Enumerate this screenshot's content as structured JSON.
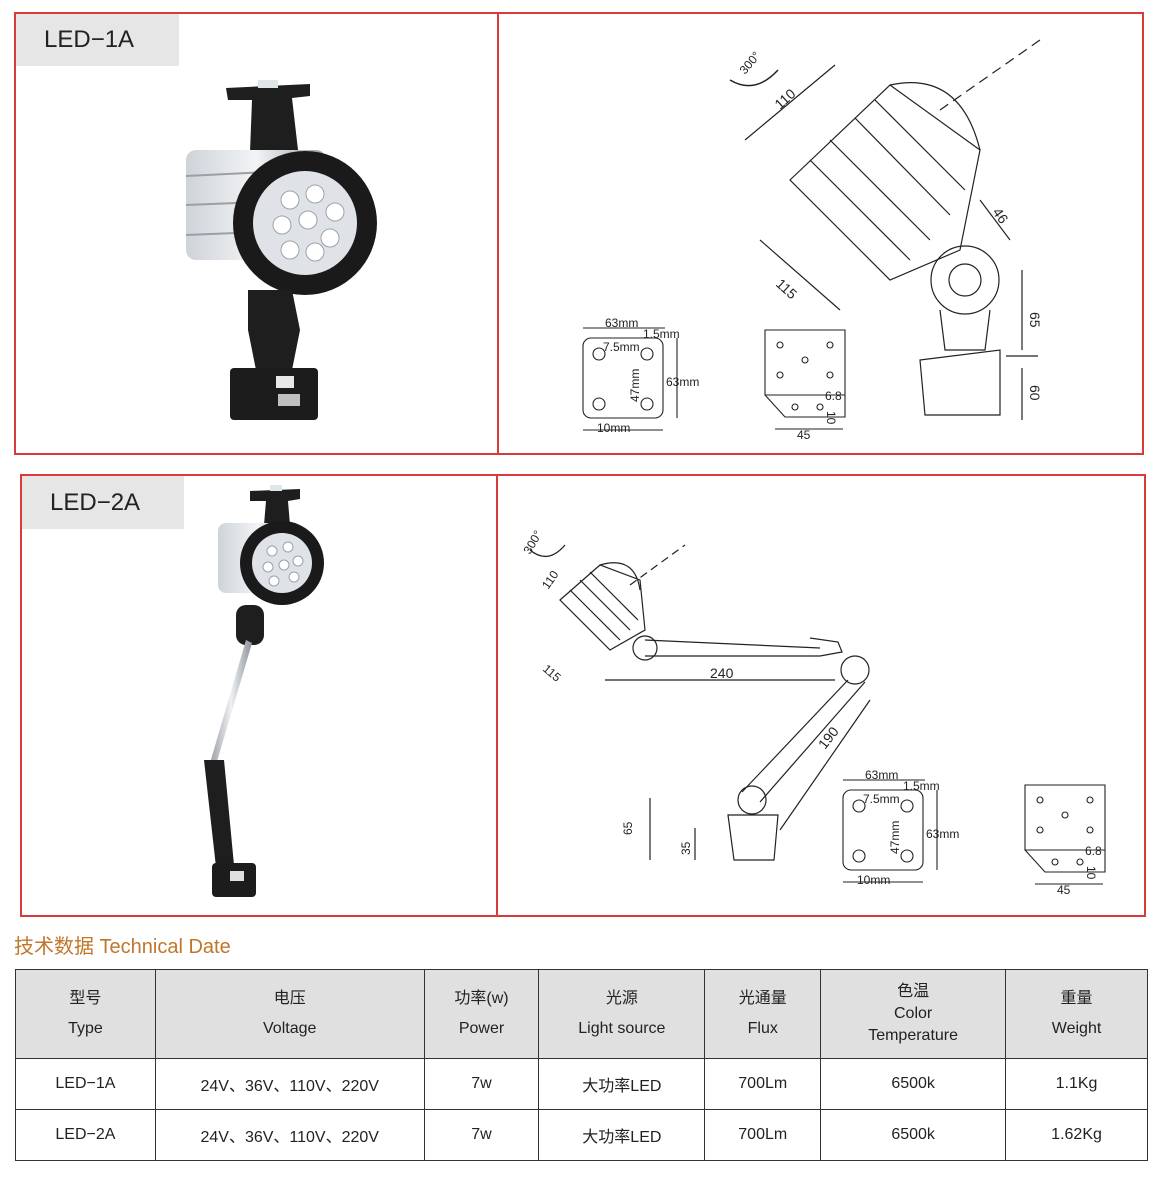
{
  "products": [
    {
      "model": "LED−1A",
      "drawing_labels": {
        "rotation": "300°",
        "head_length": "110",
        "head_diameter": "115",
        "neck": "46",
        "joint_height": "65",
        "base_height": "60",
        "plate_width": "63mm",
        "plate_edge": "1.5mm",
        "hole_offset": "7.5mm",
        "hole_spacing": "47mm",
        "plate_height": "63mm",
        "hole_margin": "10mm",
        "bracket_thickness": "6.8",
        "bracket_edge": "10",
        "bracket_width": "45"
      }
    },
    {
      "model": "LED−2A",
      "drawing_labels": {
        "rotation": "300°",
        "head_length": "110",
        "head_diameter": "115",
        "upper_arm": "240",
        "lower_arm": "190",
        "base_total": "65",
        "base_height": "35",
        "plate_width": "63mm",
        "plate_edge": "1.5mm",
        "hole_offset": "7.5mm",
        "hole_spacing": "47mm",
        "plate_height": "63mm",
        "hole_margin": "10mm",
        "bracket_thickness": "6.8",
        "bracket_edge": "10",
        "bracket_width": "45"
      }
    }
  ],
  "section_title": "技术数据 Technical Date",
  "table": {
    "headers": [
      {
        "cn": "型号",
        "en": "Type"
      },
      {
        "cn": "电压",
        "en": "Voltage"
      },
      {
        "cn": "功率(w)",
        "en": "Power"
      },
      {
        "cn": "光源",
        "en": "Light source"
      },
      {
        "cn": "光通量",
        "en": "Flux"
      },
      {
        "cn": "色温",
        "en": "Color Temperature"
      },
      {
        "cn": "重量",
        "en": "Weight"
      }
    ],
    "rows": [
      [
        "LED−1A",
        "24V、36V、110V、220V",
        "7w",
        "大功率LED",
        "700Lm",
        "6500k",
        "1.1Kg"
      ],
      [
        "LED−2A",
        "24V、36V、110V、220V",
        "7w",
        "大功率LED",
        "700Lm",
        "6500k",
        "1.62Kg"
      ]
    ]
  },
  "colors": {
    "panel_border": "#d93a3a",
    "section_title": "#c0762a",
    "tag_bg": "#e6e6e6",
    "header_bg": "#e0e0e0"
  }
}
